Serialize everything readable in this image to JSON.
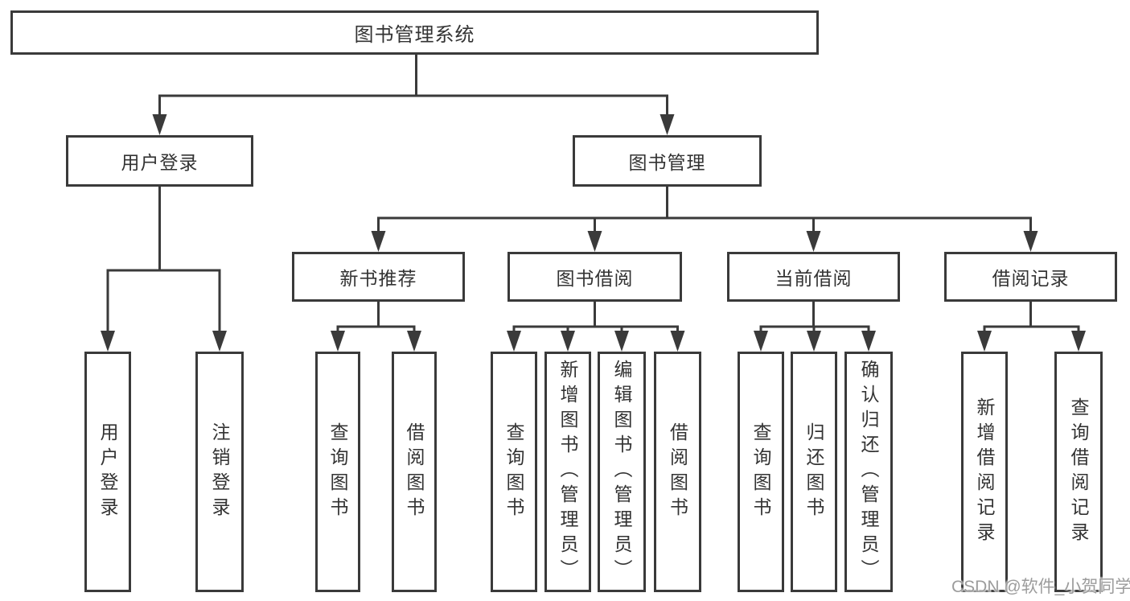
{
  "nodes": {
    "root": {
      "label": "图书管理系统"
    },
    "branches": [
      {
        "label": "用户登录"
      },
      {
        "label": "图书管理"
      }
    ],
    "modules": [
      {
        "label": "新书推荐"
      },
      {
        "label": "图书借阅"
      },
      {
        "label": "当前借阅"
      },
      {
        "label": "借阅记录"
      }
    ],
    "leaves": [
      {
        "label": "用户登录"
      },
      {
        "label": "注销登录"
      },
      {
        "label": "查询图书"
      },
      {
        "label": "借阅图书"
      },
      {
        "label": "查询图书"
      },
      {
        "label": "新增图书（管理员）"
      },
      {
        "label": "编辑图书（管理员）"
      },
      {
        "label": "借阅图书"
      },
      {
        "label": "查询图书"
      },
      {
        "label": "归还图书"
      },
      {
        "label": "确认归还（管理员）"
      },
      {
        "label": "新增借阅记录"
      },
      {
        "label": "查询借阅记录"
      }
    ]
  },
  "watermark": {
    "text": "CSDN @软件_小贺同学"
  },
  "colors": {
    "line": "#3a3a3a",
    "text": "#333333",
    "background": "#ffffff",
    "watermark": "#9c9c9c"
  }
}
